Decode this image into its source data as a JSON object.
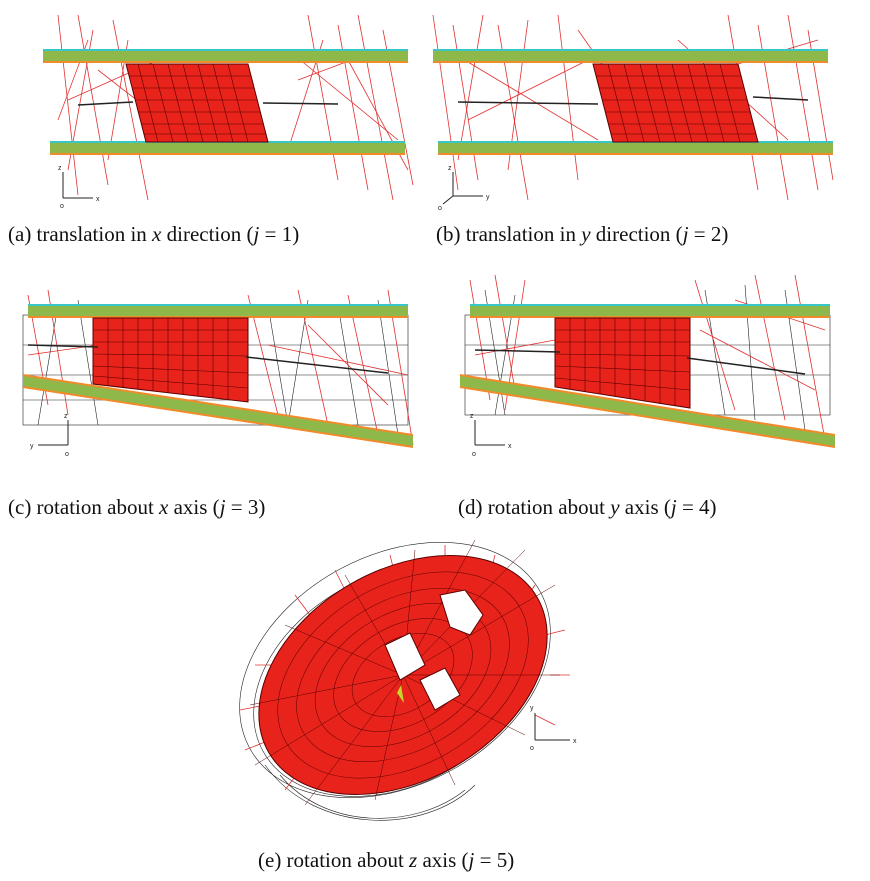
{
  "figure": {
    "panels": [
      {
        "id": "a",
        "prefix": "(a) translation in ",
        "var": "x",
        "mid": " direction (",
        "j": "j",
        "suffix": " = 1)",
        "axes": [
          "z",
          "o",
          "x"
        ]
      },
      {
        "id": "b",
        "prefix": "(b) translation in ",
        "var": "y",
        "mid": " direction (",
        "j": "j",
        "suffix": " = 2)",
        "axes": [
          "z",
          "o",
          "y"
        ]
      },
      {
        "id": "c",
        "prefix": "(c) rotation about ",
        "var": "x",
        "mid": " axis (",
        "j": "j",
        "suffix": " = 3)",
        "axes": [
          "z",
          "y",
          "o"
        ]
      },
      {
        "id": "d",
        "prefix": "(d) rotation about ",
        "var": "y",
        "mid": " axis (",
        "j": "j",
        "suffix": " = 4)",
        "axes": [
          "z",
          "o",
          "x"
        ]
      },
      {
        "id": "e",
        "prefix": "(e) rotation about ",
        "var": "z",
        "mid": " axis (",
        "j": "j",
        "suffix": " = 5)",
        "axes": [
          "y",
          "o",
          "x"
        ]
      }
    ]
  },
  "colors": {
    "mesh_fill": "#e8231b",
    "mesh_line": "#5a0000",
    "spring": "#e03030",
    "plate_green": "#8fb84a",
    "plate_orange": "#f08a2a",
    "plate_cyan": "#39c6c6",
    "wire": "#222222",
    "accent_yellow": "#c8d62a"
  }
}
